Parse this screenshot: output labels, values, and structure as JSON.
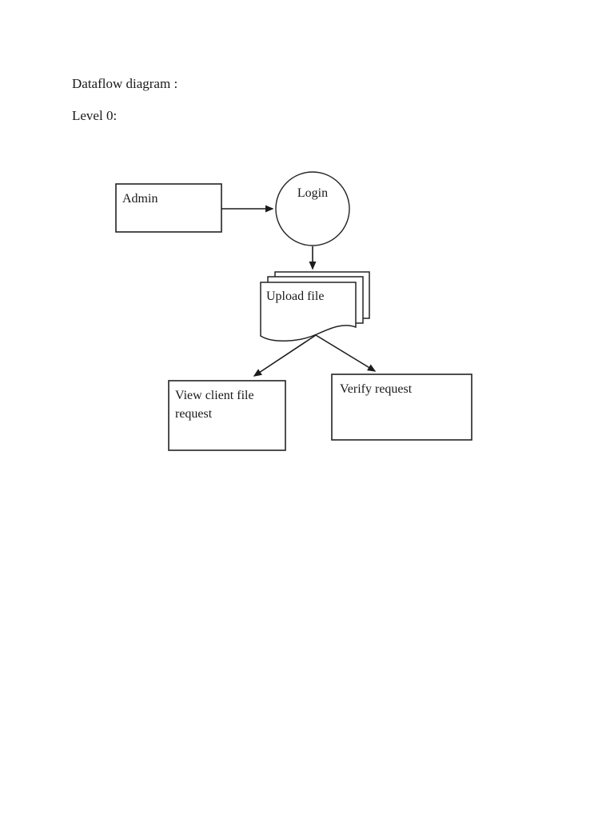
{
  "document": {
    "title_line": "Dataflow diagram :",
    "level_line": "Level 0:"
  },
  "diagram": {
    "nodes": {
      "admin": {
        "label": "Admin",
        "shape": "rectangle"
      },
      "login": {
        "label": "Login",
        "shape": "circle"
      },
      "upload_file": {
        "label": "Upload file",
        "shape": "multi-document"
      },
      "view_client_file_request": {
        "label": "View client file request",
        "shape": "rectangle"
      },
      "verify_request": {
        "label": "Verify request",
        "shape": "rectangle"
      }
    },
    "edges": [
      {
        "from": "admin",
        "to": "login"
      },
      {
        "from": "login",
        "to": "upload_file"
      },
      {
        "from": "upload_file",
        "to": "view_client_file_request"
      },
      {
        "from": "upload_file",
        "to": "verify_request"
      }
    ],
    "colors": {
      "stroke": "#232323",
      "shape_fill": "#ffffff",
      "text": "#1a1a1a",
      "page_background": "#ffffff"
    }
  }
}
